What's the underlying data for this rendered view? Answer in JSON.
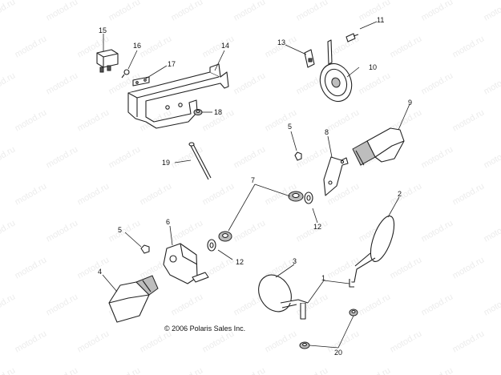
{
  "watermark": {
    "text": "motod.ru"
  },
  "copyright": "© 2006 Polaris Sales Inc.",
  "callouts": {
    "c1": "1",
    "c2": "2",
    "c3": "3",
    "c4": "4",
    "c5a": "5",
    "c5b": "5",
    "c6": "6",
    "c7": "7",
    "c8": "8",
    "c9": "9",
    "c10": "10",
    "c11": "11",
    "c12a": "12",
    "c12b": "12",
    "c13": "13",
    "c14": "14",
    "c15": "15",
    "c16": "16",
    "c17": "17",
    "c18": "18",
    "c19": "19",
    "c20": "20"
  }
}
